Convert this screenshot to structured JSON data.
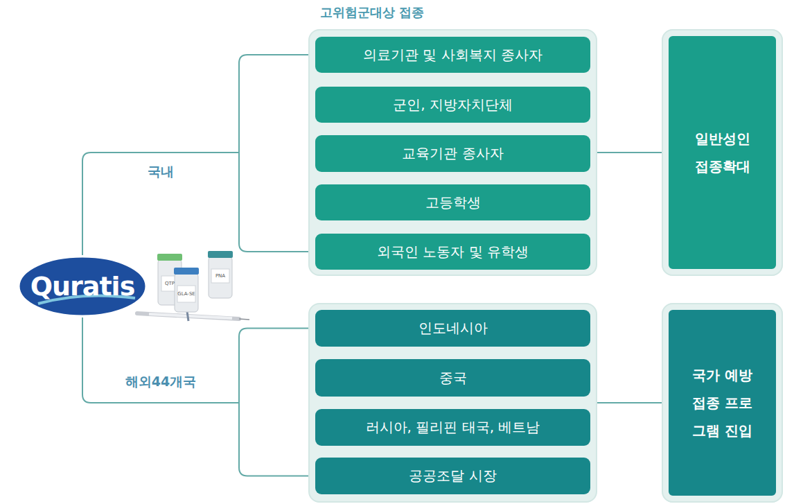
{
  "diagram": {
    "nodes": [
      {
        "text": [
          "고위험군대상 접종"
        ]
      },
      {
        "text": [
          "의료기관 및 사회복지 종사자"
        ],
        "in": 0
      },
      {
        "text": [
          "군인, 지방자치단체"
        ],
        "in": 0
      },
      {
        "text": [
          "교육기관 종사자"
        ],
        "in": 0
      },
      {
        "text": [
          "고등학생"
        ],
        "in": 0
      },
      {
        "text": [
          "외국인 노동자 및 유학생"
        ],
        "in": 0
      },
      {
        "text": [
          "일반성인 접종확대"
        ]
      },
      {
        "text": [
          "Quratis"
        ]
      },
      {
        "text": []
      },
      {
        "text": [
          "인도네시아"
        ],
        "in": 8
      },
      {
        "text": [
          "중국"
        ],
        "in": 8
      },
      {
        "text": [
          "러시아, 필리핀 태국, 베트남"
        ],
        "in": 8
      },
      {
        "text": [
          "공공조달 시장"
        ],
        "in": 8
      },
      {
        "text": [
          "국가 예방접종 프로그램 진입"
        ]
      }
    ],
    "edges": [
      {
        "from": 7,
        "to": 0,
        "label": "국내",
        "arrow": "none"
      },
      {
        "from": 7,
        "to": 8,
        "label": "해외44개국",
        "arrow": "none"
      },
      {
        "from": 0,
        "to": 6,
        "arrow": "none"
      },
      {
        "from": 8,
        "to": 13,
        "arrow": "none"
      }
    ],
    "labels": [
      "QTP",
      "GLA-SE",
      "PNA"
    ]
  }
}
